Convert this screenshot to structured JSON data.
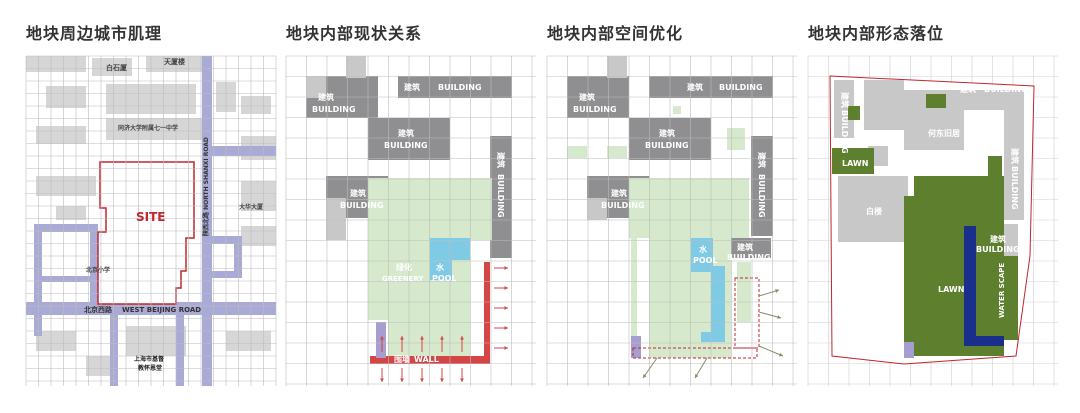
{
  "panels": [
    {
      "title": "地块周边城市肌理",
      "labels": {
        "site": "SITE",
        "road_cn": "北京西路",
        "road_en": "WEST BEIJING ROAD",
        "shaanxi_road": "陕西北路 NORTH SHANXI ROAD",
        "bldg1": "白石厦",
        "bldg2": "天厦楼",
        "bldg3": "同济大学附属七一中学",
        "bldg4": "大华大厦",
        "bldg5": "北京小学",
        "bldg6a": "上海市基督",
        "bldg6b": "教怀恩堂"
      }
    },
    {
      "title": "地块内部现状关系",
      "labels": {
        "building_cn": "建筑",
        "building_en": "BUILDING",
        "green_cn": "绿化",
        "green_en": "GREENERY",
        "pool_cn": "水",
        "pool_en": "POOL",
        "wall_cn": "围墙",
        "wall_en": "WALL"
      }
    },
    {
      "title": "地块内部空间优化",
      "labels": {
        "building_cn": "建筑",
        "building_en": "BUILDING",
        "pool_cn": "水",
        "pool_en": "POOL"
      }
    },
    {
      "title": "地块内部形态落位",
      "labels": {
        "building_cn": "建筑",
        "building_en": "BUILDING",
        "lawn": "LAWN",
        "hedong": "何东旧居",
        "bailou": "白楼",
        "water_scape": "WATER SCAPE"
      }
    }
  ],
  "colors": {
    "grid": "#c9c9c9",
    "building_dark": "#8f8e90",
    "building_light": "#c8c8c8",
    "road": "#a8a8d4",
    "site_line": "#c0272d",
    "green_light": "#d6e9cc",
    "pool": "#7fcbe6",
    "lawn": "#5d7f2e",
    "water_dark": "#1a2f8c",
    "arrow_green": "#7f9066",
    "wall_red": "#d64545"
  }
}
